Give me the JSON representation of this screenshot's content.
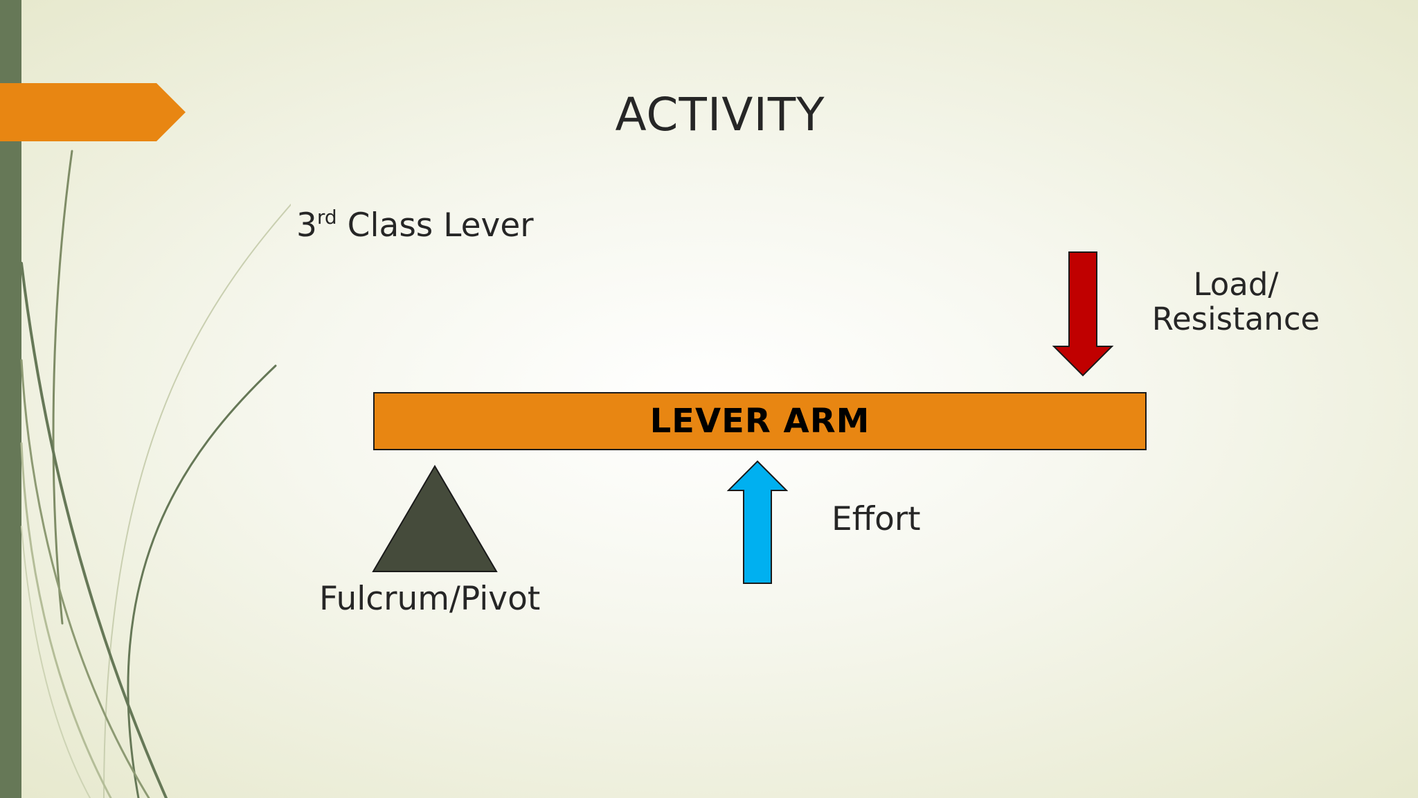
{
  "slide": {
    "title": "ACTIVITY",
    "subtitle": {
      "main": "3",
      "superscript": "rd",
      "rest": " Class Lever"
    }
  },
  "diagram": {
    "lever_arm": {
      "label": "LEVER ARM",
      "color": "#e88612"
    },
    "fulcrum": {
      "label": "Fulcrum/Pivot",
      "color": "#454b3b"
    },
    "effort": {
      "label": "Effort",
      "color": "#00b0f0",
      "direction": "up"
    },
    "load": {
      "label_line1": "Load/",
      "label_line2": "Resistance",
      "color": "#c00000",
      "direction": "down"
    }
  },
  "theme": {
    "accent_orange": "#e88612",
    "side_bar_green": "#667857"
  }
}
